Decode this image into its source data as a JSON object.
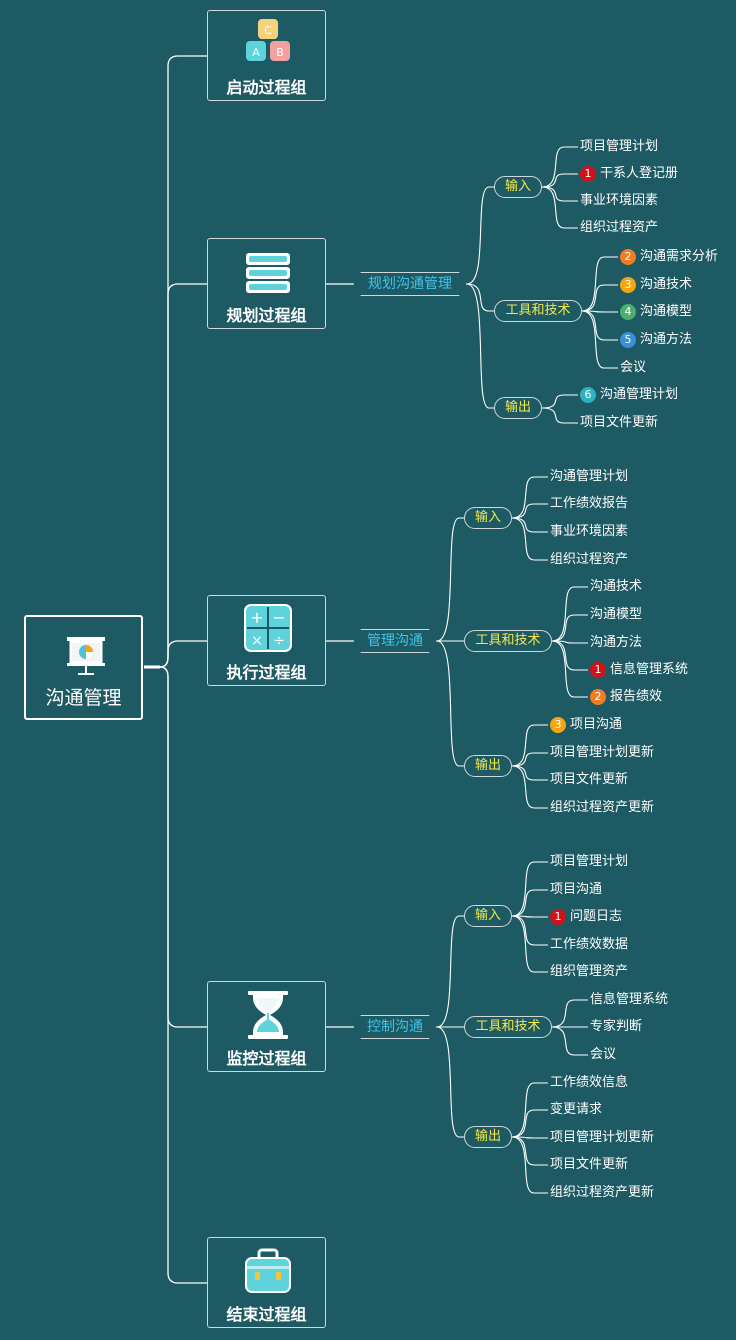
{
  "colors": {
    "background": "#1e5a63",
    "line": "#ffffff",
    "process_text": "#3fc4ea",
    "category_text": "#f5e94a",
    "badge_red": "#d0121b",
    "badge_orange": "#f47c20",
    "badge_yellow": "#f5a511",
    "badge_green": "#4eae6b",
    "badge_blue": "#3a8fd9",
    "badge_cyan": "#2cb3c0"
  },
  "root": {
    "label": "沟通管理",
    "icon": "presentation-board-icon"
  },
  "groups": {
    "initiate": {
      "label": "启动过程组",
      "icon": "abc-blocks-icon"
    },
    "plan": {
      "label": "规划过程组",
      "icon": "stacked-books-icon"
    },
    "execute": {
      "label": "执行过程组",
      "icon": "calculator-icon"
    },
    "monitor": {
      "label": "监控过程组",
      "icon": "hourglass-icon"
    },
    "close": {
      "label": "结束过程组",
      "icon": "briefcase-icon"
    }
  },
  "processes": {
    "plan": {
      "label": "规划沟通管理",
      "inputs": {
        "label": "输入",
        "items": [
          "项目管理计划",
          "干系人登记册",
          "事业环境因素",
          "组织过程资产"
        ],
        "badges": [
          null,
          "1",
          null,
          null
        ]
      },
      "tools": {
        "label": "工具和技术",
        "items": [
          "沟通需求分析",
          "沟通技术",
          "沟通模型",
          "沟通方法",
          "会议"
        ],
        "badges": [
          "2",
          "3",
          "4",
          "5",
          null
        ]
      },
      "outputs": {
        "label": "输出",
        "items": [
          "沟通管理计划",
          "项目文件更新"
        ],
        "badges": [
          "6",
          null
        ]
      }
    },
    "execute": {
      "label": "管理沟通",
      "inputs": {
        "label": "输入",
        "items": [
          "沟通管理计划",
          "工作绩效报告",
          "事业环境因素",
          "组织过程资产"
        ],
        "badges": [
          null,
          null,
          null,
          null
        ]
      },
      "tools": {
        "label": "工具和技术",
        "items": [
          "沟通技术",
          "沟通模型",
          "沟通方法",
          "信息管理系统",
          "报告绩效"
        ],
        "badges": [
          null,
          null,
          null,
          "1",
          "2"
        ]
      },
      "outputs": {
        "label": "输出",
        "items": [
          "项目沟通",
          "项目管理计划更新",
          "项目文件更新",
          "组织过程资产更新"
        ],
        "badges": [
          "3",
          null,
          null,
          null
        ]
      }
    },
    "monitor": {
      "label": "控制沟通",
      "inputs": {
        "label": "输入",
        "items": [
          "项目管理计划",
          "项目沟通",
          "问题日志",
          "工作绩效数据",
          "组织管理资产"
        ],
        "badges": [
          null,
          null,
          "1",
          null,
          null
        ]
      },
      "tools": {
        "label": "工具和技术",
        "items": [
          "信息管理系统",
          "专家判断",
          "会议"
        ],
        "badges": [
          null,
          null,
          null
        ]
      },
      "outputs": {
        "label": "输出",
        "items": [
          "工作绩效信息",
          "变更请求",
          "项目管理计划更新",
          "项目文件更新",
          "组织过程资产更新"
        ],
        "badges": [
          null,
          null,
          null,
          null,
          null
        ]
      }
    }
  }
}
